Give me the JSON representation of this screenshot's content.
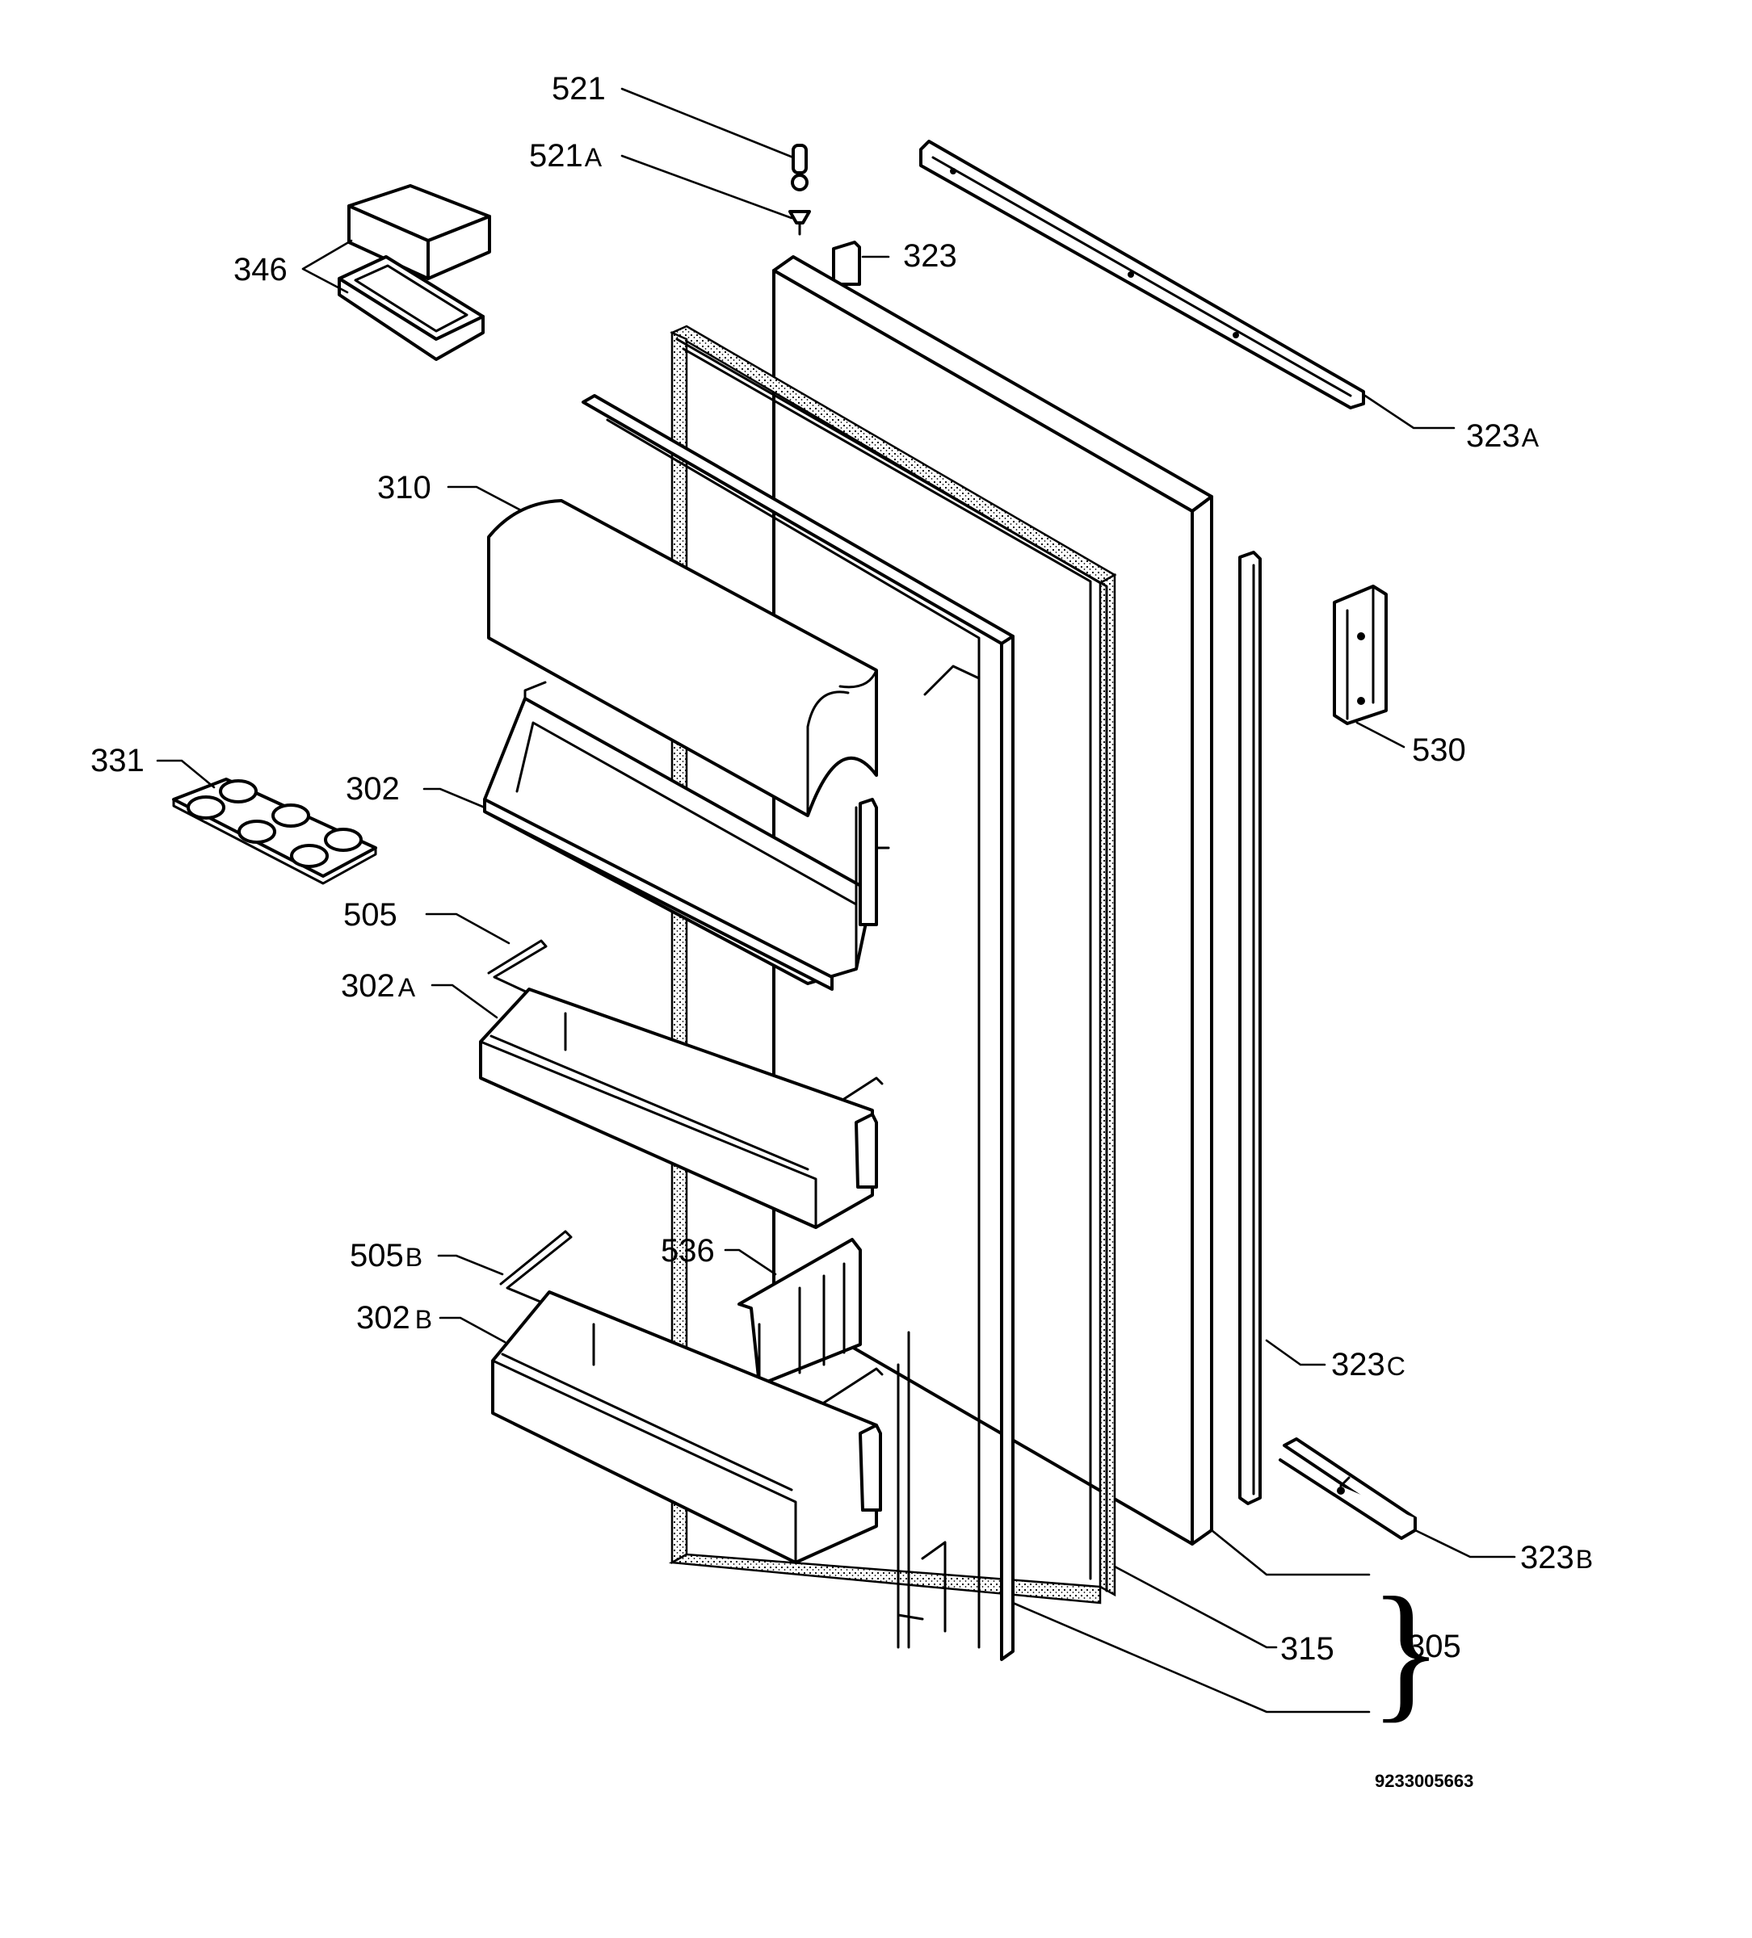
{
  "labels": {
    "l521": "521",
    "l521a": {
      "num": "521",
      "suffix": "A"
    },
    "l323": "323",
    "l346": "346",
    "l323a": {
      "num": "323",
      "suffix": "A"
    },
    "l310": "310",
    "l530": "530",
    "l331": "331",
    "l302": "302",
    "l505": "505",
    "l302a": {
      "num": "302",
      "suffix": "A"
    },
    "l536": "536",
    "l505b": {
      "num": "505",
      "suffix": "B"
    },
    "l302b": {
      "num": "302",
      "suffix": "B"
    },
    "l323c": {
      "num": "323",
      "suffix": "C"
    },
    "l323b": {
      "num": "323",
      "suffix": "B"
    },
    "l315": "315",
    "l305": "305"
  },
  "drawing_code": "9233005663",
  "brace_glyph": "}"
}
